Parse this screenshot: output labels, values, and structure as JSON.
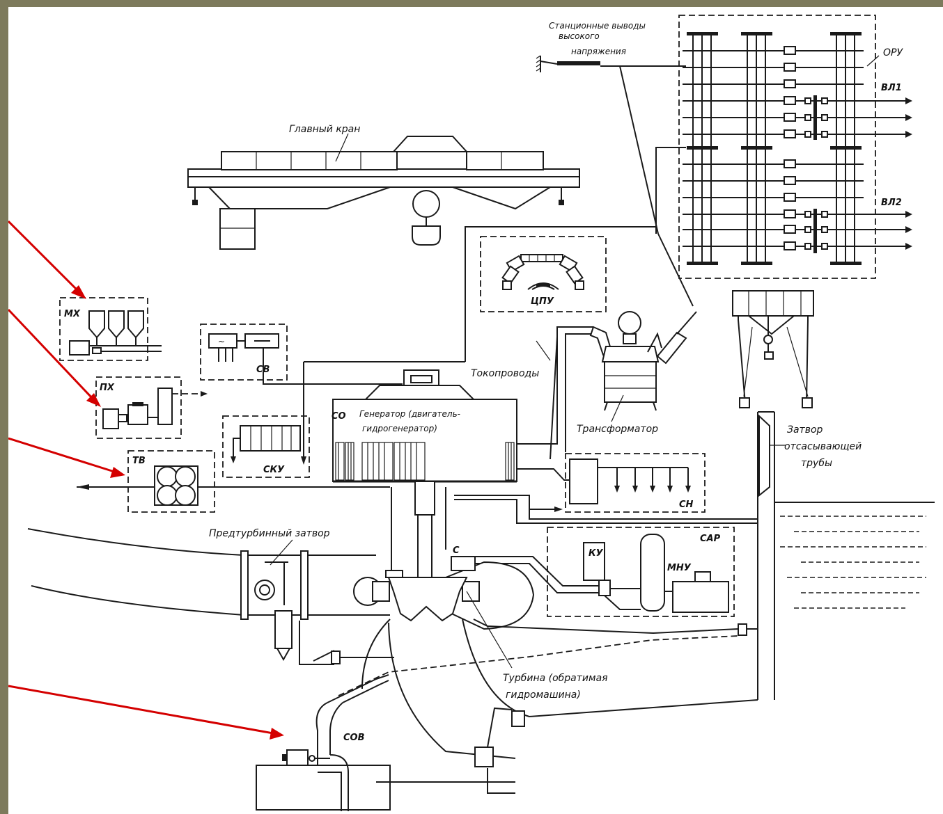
{
  "labels": {
    "main_crane": "Главный кран",
    "station_outputs_1": "Станционные выводы",
    "station_outputs_2": "высокого",
    "station_outputs_3": "напряжения",
    "oru": "ОРУ",
    "vl1": "ВЛ1",
    "vl2": "ВЛ2",
    "cpu": "ЦПУ",
    "mx": "МХ",
    "px": "ПХ",
    "tv": "ТВ",
    "sv": "СВ",
    "sku": "СКУ",
    "so": "СО",
    "generator_1": "Генератор (двигатель-",
    "generator_2": "гидрогенератор)",
    "busbars": "Токопроводы",
    "transformer": "Трансформатор",
    "gate_1": "Затвор",
    "gate_2": "отсасывающей",
    "gate_3": "трубы",
    "sn": "СН",
    "sar": "САР",
    "ku": "КУ",
    "mnu": "МНУ",
    "c": "С",
    "preturbine_gate": "Предтурбинный затвор",
    "turbine_1": "Турбина (обратимая",
    "turbine_2": "гидромашина)",
    "sov": "СОВ"
  },
  "colors": {
    "frame": "#7d7a5c",
    "paper": "#ffffff",
    "ink": "#1a1a1a",
    "arrow": "#d40000"
  }
}
